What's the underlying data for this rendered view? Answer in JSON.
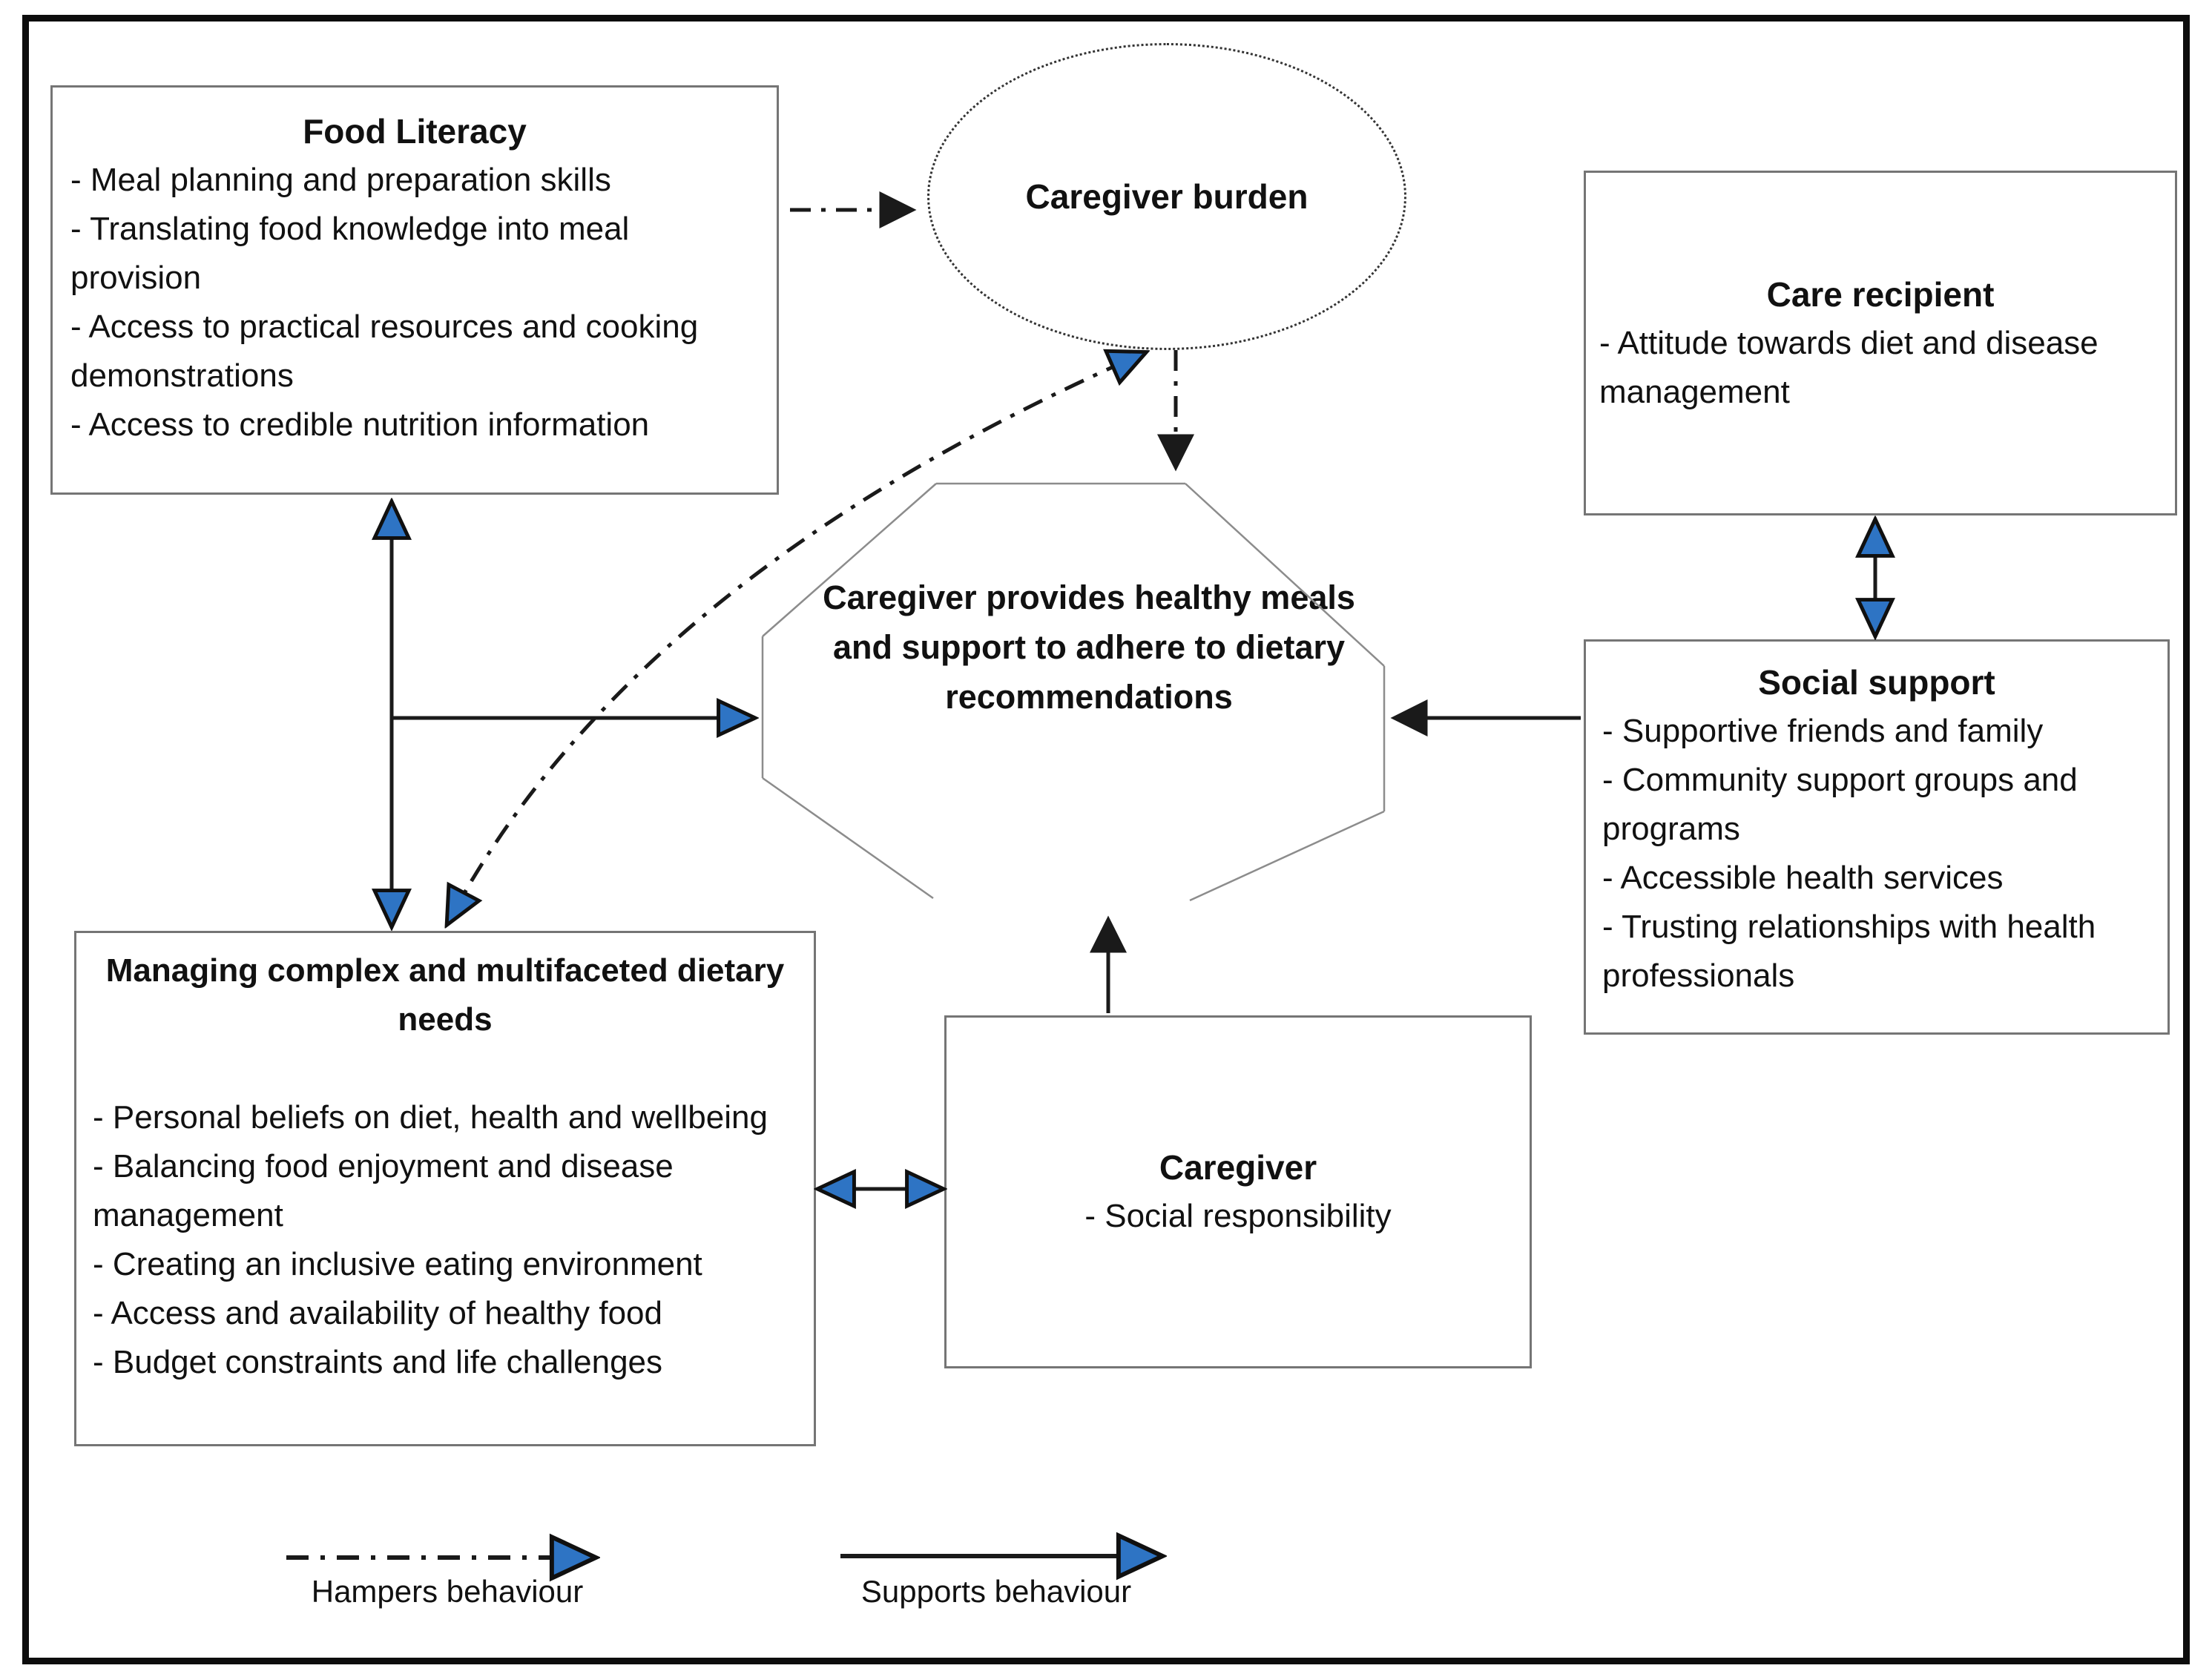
{
  "diagram": {
    "food_literacy": {
      "title": "Food Literacy",
      "items": [
        "- Meal planning and preparation skills",
        "- Translating food knowledge into meal provision",
        "- Access to practical resources and cooking demonstrations",
        "- Access to credible nutrition information"
      ]
    },
    "caregiver_burden": {
      "title": "Caregiver burden"
    },
    "care_recipient": {
      "title": "Care recipient",
      "items": [
        "- Attitude towards diet and disease management"
      ]
    },
    "social_support": {
      "title": "Social support",
      "items": [
        "- Supportive friends and family",
        "- Community support groups and programs",
        "- Accessible health services",
        "- Trusting relationships with health professionals"
      ]
    },
    "central_outcome": {
      "title": "Caregiver provides healthy meals and support to adhere to dietary recommendations"
    },
    "dietary_needs": {
      "title": "Managing complex and multifaceted dietary needs",
      "items": [
        "- Personal beliefs on diet, health and wellbeing",
        "- Balancing food enjoyment and disease management",
        "- Creating an inclusive eating environment",
        "- Access and availability of healthy food",
        "- Budget constraints and life challenges"
      ]
    },
    "caregiver": {
      "title": "Caregiver",
      "items": [
        "- Social responsibility"
      ]
    }
  },
  "legend": {
    "hampers_label": "Hampers behaviour",
    "supports_label": "Supports behaviour"
  },
  "colors": {
    "arrowhead_blue": "#2e74c4",
    "arrow_black": "#1a1a1a",
    "box_border_gray": "#757575",
    "octagon_gray": "#8c8c8c"
  }
}
